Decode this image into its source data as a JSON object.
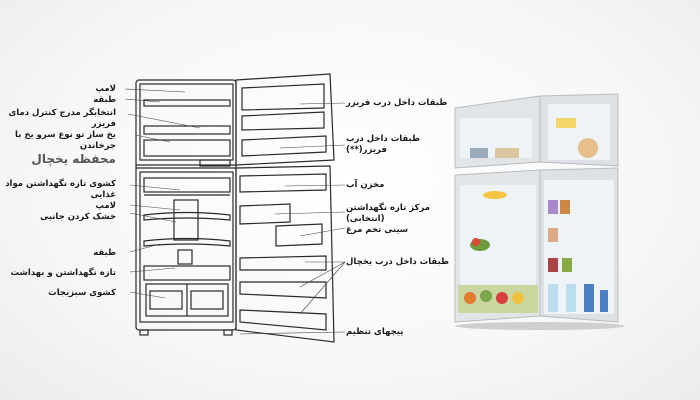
{
  "diagram": {
    "section_title": "محفظه یخچال",
    "left_labels": [
      {
        "id": "lamp-top",
        "text": "لامپ"
      },
      {
        "id": "shelf-top",
        "text": "طبقه"
      },
      {
        "id": "freezer-control",
        "text": "انتخابگر مدرج کنترل دمای"
      },
      {
        "id": "freezer-control-2",
        "text": "فریزر"
      },
      {
        "id": "ice-maker",
        "text": "یخ ساز تو نوع سرو یخ با"
      },
      {
        "id": "ice-maker-2",
        "text": "جرخاندن"
      },
      {
        "id": "fresh-drawer",
        "text": "کشوی تازه نگهداشتن مواد"
      },
      {
        "id": "fresh-drawer-2",
        "text": "غذایی"
      },
      {
        "id": "lamp-fridge",
        "text": "لامپ"
      },
      {
        "id": "side-dry",
        "text": "خشک کردن جانبی"
      },
      {
        "id": "shelf-fridge",
        "text": "طبقه"
      },
      {
        "id": "fresh-hygiene",
        "text": "تازه نگهداشتن و بهداشت"
      },
      {
        "id": "veg-drawer",
        "text": "کشوی سبزیجات"
      }
    ],
    "right_labels": [
      {
        "id": "freezer-door-shelves",
        "text": "طبقات داخل درب فریزر"
      },
      {
        "id": "freezer-door-shelves-b",
        "text": "طبقات داخل درب"
      },
      {
        "id": "freezer-door-shelves-b2",
        "text": "فریزر(**)"
      },
      {
        "id": "water-tank",
        "text": "مخزن آب"
      },
      {
        "id": "fresh-center",
        "text": "مرکز تازه نگهداشتن"
      },
      {
        "id": "fresh-center-2",
        "text": "(انتخابی)"
      },
      {
        "id": "egg-tray",
        "text": "سینی تخم مرغ"
      },
      {
        "id": "fridge-door-shelves",
        "text": "طبقات داخل درب یخچال"
      },
      {
        "id": "leveling-screws",
        "text": "پیچهای تنظیم"
      }
    ]
  },
  "colors": {
    "line": "#2a2a2a",
    "photo_body": "#d4d7db",
    "photo_interior": "#eef3f7"
  }
}
